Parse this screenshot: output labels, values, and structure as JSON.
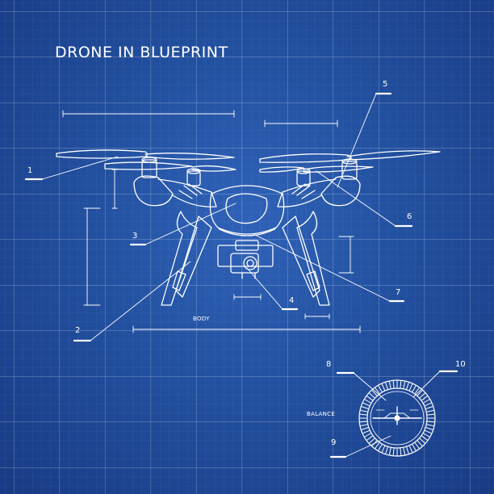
{
  "title": "DRONE IN BLUEPRINT",
  "labels": {
    "body": "BODY",
    "balance": "BALANCE"
  },
  "callouts": [
    "1",
    "2",
    "3",
    "4",
    "5",
    "6",
    "7",
    "8",
    "9",
    "10"
  ],
  "colors": {
    "background_center": "#2f62b8",
    "background_edge": "#183a84",
    "grid_line": "#ffffff",
    "ink": "#ffffff"
  },
  "icons": [
    "drone-icon",
    "balance-gauge-icon"
  ]
}
